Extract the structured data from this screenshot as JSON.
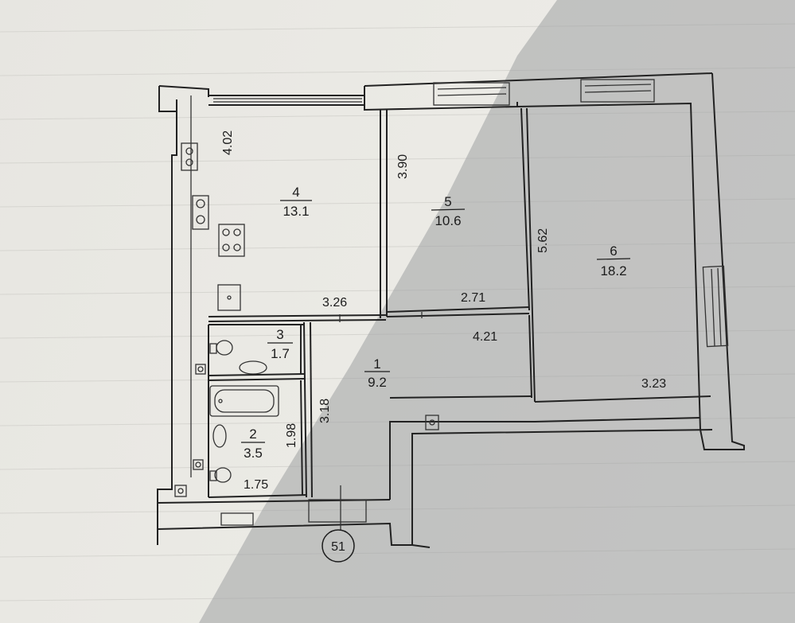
{
  "rooms": [
    {
      "id": "4",
      "number": "4",
      "area": "13.1"
    },
    {
      "id": "5",
      "number": "5",
      "area": "10.6"
    },
    {
      "id": "6",
      "number": "6",
      "area": "18.2"
    },
    {
      "id": "3",
      "number": "3",
      "area": "1.7"
    },
    {
      "id": "1",
      "number": "1",
      "area": "9.2"
    },
    {
      "id": "2",
      "number": "2",
      "area": "3.5"
    }
  ],
  "dimensions": {
    "room4_height": "4.02",
    "room4_width": "3.26",
    "room5_height": "3.90",
    "room5_width": "2.71",
    "room6_height": "5.62",
    "room6_width": "3.23",
    "room1_width": "4.21",
    "room1_height": "3.18",
    "room2_height": "1.98",
    "room2_width": "1.75"
  },
  "axis_marker": "51",
  "colors": {
    "paper": "#e9e8e3",
    "shadow": "#9fa0a2",
    "line": "#222222"
  }
}
